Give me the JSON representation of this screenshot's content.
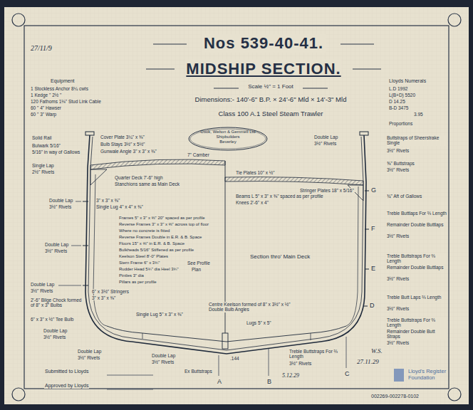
{
  "diagram": {
    "title": "Nos 539-40-41.",
    "nodes": [
      {
        "text": [
          "Cook, Welton & Gemmell Ltd",
          "Shipbuilders",
          "Beverley"
        ]
      }
    ],
    "labels": [
      "MIDSHIP SECTION.",
      "Scale ½\" = 1 Foot",
      "Dimensions:- 140'-6\" B.P. × 24'-6\" Mld × 14'-3\" Mld",
      "Class 100 A.1 Steel Steam Trawler",
      "27/11/9",
      "Equipment",
      "1 Stockless Anchor 8¼ cwts",
      "1 Kedge  \"  2½  \"",
      "120 Fathoms 1⅛\" Stud Link Cable",
      "60  \"  4\" Hawser",
      "60  \"  3\" Warp",
      "Lloyds Numerals",
      "L.D  1992",
      "L(B+D)  5520",
      "D  14.25",
      "B-D  3475",
      "3.95",
      "Proportions",
      "Solid Rail",
      "Bulwark 5/16\"",
      "5/16\" in way of Gallows",
      "Single Lap",
      "2½\" Rivets",
      "Double Lap",
      "3½\" Rivets",
      "Double Lap",
      "3½\" Rivets",
      "Double Lap",
      "3½\" Rivets",
      "2'-6\" Bilge Chock formed of 8\" x 3\" Bulbs",
      "6\" x 3\" x ½\" Tee Bulb",
      "Double Lap",
      "3½\" Rivets",
      "Double Lap",
      "3½\" Rivets",
      "Double Lap",
      "3½\" Rivets",
      "Cover Plate 3¼\" x ⅜\"",
      "Bulb Stays 3½\" x 5½\"",
      "Gunwale Angle 3\" x 3\" x ⅜\"",
      "7\" Camber",
      "Quarter Deck 7'-6\" high",
      "Stanchions same as Main Deck",
      "3\" x 3\" x ⅜\"",
      "Single Lug 4\" x 4\" x ⅜\"",
      "Frames 5\" x 3\" x ⅜\" 20\" spaced as per profile",
      "Reverse Frames 3\" x 3\" x ⅜\" across top of floor",
      "Where no concrete is fitted",
      "Reverse Frames Double in E.R. & B. Space",
      "Floors 15\" x ⅜\" in E.R. & B. Space",
      "Bulkheads 5/16\" Stiffened as per profile",
      "Keelson Steel 8'-0\" Plates",
      "Stern Frame 6\" x 3¾\"",
      "Rudder Head 5¾\" dia  Heel 3¾\"",
      "Pintles 3\" dia",
      "Pillars as per profile",
      "See Profile",
      "Plan",
      "6\" x 3½\" Stringers",
      "3\" x 3\" x ⅜\"",
      "Single Lug 5\" x 3\" x ⅜\"",
      "Centre Keelson formed of 8\" x 3½\" x ½\" Double Bulb Angles",
      "Lugs 5\" x 5\"",
      ".144",
      "Ex Buttstraps",
      "5.12.29",
      "A",
      "B",
      "C",
      "Treble Buttstraps For ⅔ Length",
      "3½\" Rivets",
      "D",
      "E",
      "F",
      "G",
      "Buttstraps of Sheerstrake Single",
      "3½\" Rivets",
      "⅝\" Buttstraps",
      "3½\" Rivets",
      "¾\" Aft of Gallows",
      "Treble Buttlaps For ⅔ Length",
      "Remainder Double Buttlaps",
      "3½\" Rivets",
      "Treble Buttstraps For ⅔ Length",
      "Remainder Double Buttlaps",
      "3½\" Rivets",
      "Treble Butt Laps ⅔ Length",
      "3½\" Rivets",
      "Treble Buttstraps For ⅔ Length",
      "Remainder Double Butt Straps",
      "3½\" Rivets",
      "Double Lap",
      "3½\" Rivets",
      "Tie Plates 10\" x ½\"",
      "Stringer Plates 18\" x 5/16\"",
      "Beams L 5\" x 3\" x ⅜\" spaced as per profile",
      "Knees 2'-6\" x 4\"",
      "Section thro' Main Deck",
      "Submitted to Lloyds",
      "Approved by Lloyds",
      "W.S.",
      "27.11.29",
      "Lloyd's Register Foundation",
      "002269-002278-0102"
    ]
  }
}
